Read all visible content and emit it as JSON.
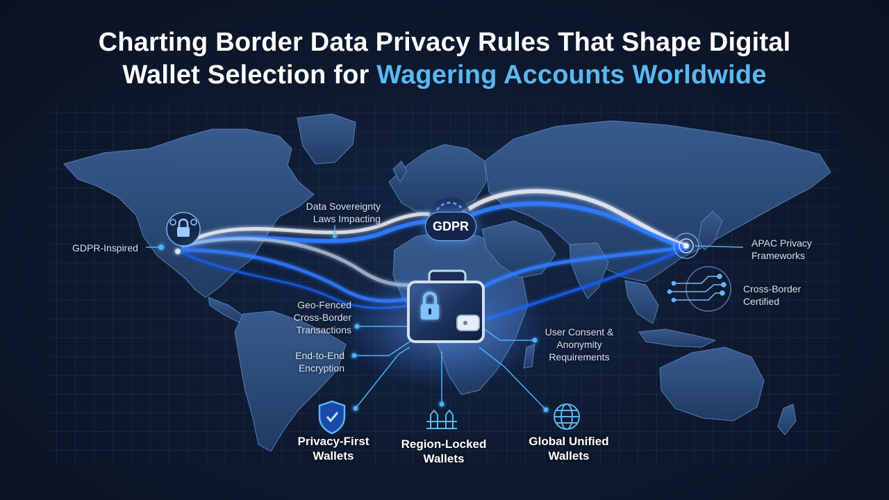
{
  "title": {
    "line1": "Charting Border Data Privacy Rules That Shape Digital",
    "line2_plain": "Wallet Selection for ",
    "line2_accent": "Wagering Accounts Worldwide"
  },
  "hub": {
    "label": "GDPR"
  },
  "labels": {
    "gdpr_inspired": "GDPR-Inspired",
    "data_sovereignty": [
      "Data Sovereignty",
      "Laws Impacting"
    ],
    "apac": [
      "APAC Privacy",
      "Frameworks"
    ],
    "cross_border_certified": [
      "Cross-Border",
      "Certified"
    ],
    "geo_fenced": [
      "Geo-Fenced",
      "Cross-Border",
      "Transactions"
    ],
    "end_to_end": [
      "End-to-End",
      "Encryption"
    ],
    "user_consent": [
      "User Consent &",
      "Anonymity",
      "Requirements"
    ]
  },
  "categories": [
    {
      "name_lines": [
        "Privacy-First",
        "Wallets"
      ],
      "icon": "shield-check-icon"
    },
    {
      "name_lines": [
        "Region-Locked",
        "Wallets"
      ],
      "icon": "border-fence-icon"
    },
    {
      "name_lines": [
        "Global Unified",
        "Wallets"
      ],
      "icon": "globe-icon"
    }
  ],
  "icons": {
    "center": "wallet-lock-icon",
    "north_america": "padlock-gears-icon",
    "asia": "target-node-icon",
    "east_asia": "circuit-icon"
  },
  "colors": {
    "background": "#0c1526",
    "accent": "#5ab8f0",
    "flow_blue": "#2f7bff",
    "flow_white": "#e6ecf5",
    "land": "#2a4a78"
  }
}
